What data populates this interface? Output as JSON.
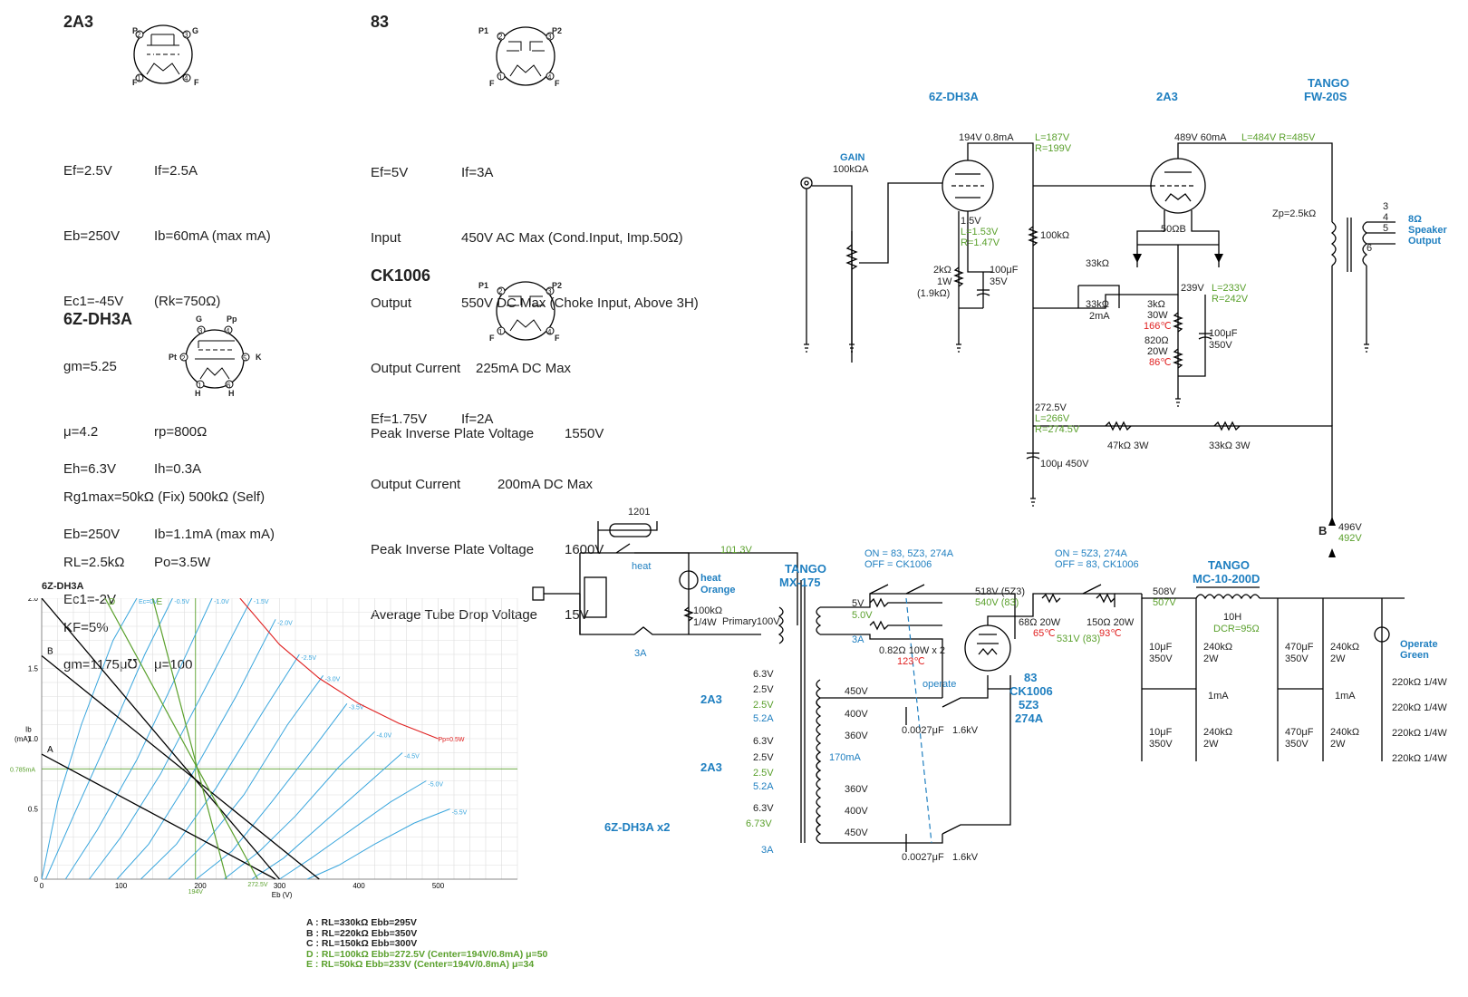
{
  "tubes": {
    "t2a3": {
      "title": "2A3",
      "pins": [
        "P",
        "G",
        "F",
        "F",
        "1",
        "2",
        "3",
        "4"
      ],
      "specs": [
        [
          "Ef=2.5V",
          "If=2.5A"
        ],
        [
          "Eb=250V",
          "Ib=60mA (max mA)"
        ],
        [
          "Ec1=-45V",
          "(Rk=750Ω)"
        ],
        [
          "gm=5.25",
          ""
        ],
        [
          "μ=4.2",
          "rp=800Ω"
        ],
        [
          "Rg1max=50kΩ (Fix) 500kΩ (Self)",
          ""
        ],
        [
          "RL=2.5kΩ",
          "Po=3.5W"
        ],
        [
          "KF=5%",
          ""
        ]
      ]
    },
    "t6z": {
      "title": "6Z-DH3A",
      "pins": [
        "G",
        "Pp",
        "Pt",
        "K",
        "H",
        "H",
        "1",
        "2",
        "3",
        "4",
        "5",
        "6"
      ],
      "specs": [
        [
          "Eh=6.3V",
          "Ih=0.3A"
        ],
        [
          "Eb=250V",
          "Ib=1.1mA (max mA)"
        ],
        [
          "Ec1=-2V",
          ""
        ],
        [
          "gm=1175μ℧",
          "μ=100"
        ]
      ]
    },
    "t83": {
      "title": "83",
      "pins": [
        "P1",
        "P2",
        "F",
        "F",
        "1",
        "2",
        "3",
        "4"
      ],
      "specs": [
        [
          "Ef=5V",
          "If=3A"
        ],
        [
          "Input",
          "450V AC Max (Cond.Input, Imp.50Ω)"
        ],
        [
          "Output",
          "550V DC Max (Choke Input, Above 3H)"
        ],
        [
          "Output Current",
          "225mA DC Max"
        ],
        [
          "Peak Inverse Plate Voltage",
          "1550V"
        ]
      ]
    },
    "ck": {
      "title": "CK1006",
      "pins": [
        "P1",
        "P2",
        "F",
        "F",
        "1",
        "2",
        "3",
        "4"
      ],
      "specs": [
        [
          "Ef=1.75V",
          "If=2A"
        ],
        [
          "Output Current",
          "200mA DC Max"
        ],
        [
          "Peak Inverse Plate Voltage",
          "1600V"
        ],
        [
          "Average Tube Drop Voltage",
          "15V"
        ]
      ]
    }
  },
  "graph": {
    "title": "6Z-DH3A",
    "ylabel": [
      "Ib",
      "(mA)"
    ],
    "xlabel": "Eb (V)",
    "xticks": [
      "0",
      "100",
      "200",
      "300",
      "400",
      "500"
    ],
    "yticks": [
      "0",
      "0.5",
      "1.0",
      "1.5",
      "2.0"
    ],
    "extra": {
      "ma": "0.785mA",
      "v194": "194V",
      "v272": "272.5V",
      "pp": "Pp=0.5W"
    },
    "curve_labels": [
      "Ec=0V",
      "-0.5V",
      "-1.0V",
      "-1.5V",
      "-2.0V",
      "-2.5V",
      "-3.0V",
      "-3.5V",
      "-4.0V",
      "-4.5V",
      "-5.0V",
      "-5.5V"
    ],
    "load_letters": [
      "A",
      "B",
      "C",
      "D",
      "E"
    ],
    "legend": [
      "A : RL=330kΩ  Ebb=295V",
      "B : RL=220kΩ  Ebb=350V",
      "C : RL=150kΩ  Ebb=300V",
      "D : RL=100kΩ  Ebb=272.5V (Center=194V/0.8mA) μ=50",
      "E : RL=50kΩ  Ebb=233V (Center=194V/0.8mA) μ=34"
    ]
  },
  "chart_data": {
    "type": "line",
    "title": "6Z-DH3A",
    "xlabel": "Eb (V)",
    "ylabel": "Ib (mA)",
    "xlim": [
      0,
      600
    ],
    "ylim": [
      0,
      2.0
    ],
    "grid": true,
    "series": [
      {
        "name": "Ec=0V",
        "x": [
          0,
          20,
          50,
          90,
          120
        ],
        "y": [
          0,
          0.55,
          1.1,
          1.7,
          2.0
        ]
      },
      {
        "name": "-0.5V",
        "x": [
          5,
          40,
          80,
          130,
          165
        ],
        "y": [
          0,
          0.45,
          0.95,
          1.6,
          2.0
        ]
      },
      {
        "name": "-1.0V",
        "x": [
          30,
          70,
          120,
          170,
          215
        ],
        "y": [
          0,
          0.35,
          0.85,
          1.45,
          2.0
        ]
      },
      {
        "name": "-1.5V",
        "x": [
          60,
          100,
          150,
          210,
          265
        ],
        "y": [
          0,
          0.3,
          0.75,
          1.4,
          2.0
        ]
      },
      {
        "name": "-2.0V",
        "x": [
          95,
          135,
          185,
          245,
          295
        ],
        "y": [
          0,
          0.25,
          0.7,
          1.3,
          1.85
        ]
      },
      {
        "name": "-2.5V",
        "x": [
          125,
          170,
          220,
          280,
          325
        ],
        "y": [
          0,
          0.25,
          0.65,
          1.2,
          1.6
        ]
      },
      {
        "name": "-3.0V",
        "x": [
          160,
          205,
          255,
          310,
          355
        ],
        "y": [
          0,
          0.25,
          0.6,
          1.1,
          1.45
        ]
      },
      {
        "name": "-3.5V",
        "x": [
          195,
          240,
          290,
          345,
          385
        ],
        "y": [
          0,
          0.2,
          0.55,
          0.95,
          1.25
        ]
      },
      {
        "name": "-4.0V",
        "x": [
          230,
          275,
          320,
          375,
          420
        ],
        "y": [
          0,
          0.2,
          0.45,
          0.8,
          1.05
        ]
      },
      {
        "name": "-4.5V",
        "x": [
          265,
          305,
          355,
          405,
          455
        ],
        "y": [
          0,
          0.15,
          0.4,
          0.65,
          0.9
        ]
      },
      {
        "name": "-5.0V",
        "x": [
          300,
          340,
          390,
          440,
          485
        ],
        "y": [
          0,
          0.15,
          0.35,
          0.55,
          0.7
        ]
      },
      {
        "name": "-5.5V",
        "x": [
          335,
          375,
          420,
          470,
          515
        ],
        "y": [
          0,
          0.1,
          0.25,
          0.4,
          0.5
        ]
      },
      {
        "name": "Pp=0.5W",
        "x": [
          250,
          300,
          350,
          400,
          450,
          500
        ],
        "y": [
          2.0,
          1.67,
          1.43,
          1.25,
          1.11,
          1.0
        ]
      },
      {
        "name": "A",
        "x": [
          0,
          295
        ],
        "y": [
          0.89,
          0
        ]
      },
      {
        "name": "B",
        "x": [
          0,
          350
        ],
        "y": [
          1.59,
          0
        ]
      },
      {
        "name": "C",
        "x": [
          0,
          300
        ],
        "y": [
          2.0,
          0
        ]
      },
      {
        "name": "D",
        "x": [
          80,
          272.5
        ],
        "y": [
          2.0,
          0
        ]
      },
      {
        "name": "E",
        "x": [
          140,
          233
        ],
        "y": [
          2.0,
          0
        ]
      }
    ]
  },
  "amp": {
    "t_6z": "6Z-DH3A",
    "t_2a3": "2A3",
    "t_tango1": "TANGO",
    "t_tango2": "FW-20S",
    "gain1": "GAIN",
    "gain2": "100kΩA",
    "v194": "194V 0.8mA",
    "l187": "L=187V",
    "r199": "R=199V",
    "v489": "489V 60mA",
    "lr484": "L=484V R=485V",
    "v15": "1.5V",
    "l153": "L=1.53V",
    "r147": "R=1.47V",
    "r2k": "2kΩ",
    "r2k_w": "1W",
    "r2k_alt": "(1.9kΩ)",
    "c100": "100μF",
    "c100v": "35V",
    "r100k": "100kΩ",
    "r50b": "50ΩB",
    "r33a": "33kΩ",
    "r33b": "33kΩ",
    "r33c": "2mA",
    "v239": "239V",
    "l233": "L=233V",
    "r242": "R=242V",
    "r3k": "3kΩ",
    "r3k_w": "30W",
    "t166": "166℃",
    "r820": "820Ω",
    "r820_w": "20W",
    "t86": "86℃",
    "c100b": "100μF",
    "c100bv": "350V",
    "zp": "Zp=2.5kΩ",
    "sp3": "3",
    "sp4": "4",
    "sp5": "5",
    "sp6": "6",
    "spk1": "8Ω",
    "spk2": "Speaker",
    "spk3": "Output",
    "v2725": "272.5V",
    "l266": "L=266V",
    "r2745": "R=274.5V",
    "r47k": "47kΩ 3W",
    "r33k3": "33kΩ 3W",
    "c100c": "100μ 450V",
    "B": "B",
    "v496": "496V",
    "v492": "492V"
  },
  "psu": {
    "fuse": "1201",
    "heat": "heat",
    "heat2": "heat",
    "orange": "Orange",
    "v1013": "101.3V",
    "r100k": "100kΩ",
    "r100kw": "1/4W",
    "f3a": "3A",
    "tango1": "TANGO",
    "tango2": "MX-175",
    "primary": "Primary100V",
    "on1": "ON = 83, 5Z3, 274A",
    "off1": "OFF = CK1006",
    "on2": "ON = 5Z3, 274A",
    "off2": "OFF = 83, CK1006",
    "t5v": "5V",
    "t50v": "5.0V",
    "t3a": "3A",
    "v518": "518V (5Z3)",
    "v540": "540V (83)",
    "r68": "68Ω 20W",
    "t65": "65℃",
    "v531": "531V (83)",
    "r150": "150Ω 20W",
    "t93": "93℃",
    "v508": "508V",
    "v507": "507V",
    "r082": "0.82Ω 10W x 2",
    "t123": "123℃",
    "choke1": "TANGO",
    "choke2": "MC-10-200D",
    "h10": "10H",
    "dcr": "DCR=95Ω",
    "rect1": "83",
    "rect2": "CK1006",
    "rect3": "5Z3",
    "rect4": "274A",
    "operate": "operate",
    "op1": "Operate",
    "op2": "Green",
    "c0027a": "0.0027μF",
    "kv16a": "1.6kV",
    "c0027b": "0.0027μF",
    "kv16b": "1.6kV",
    "s63a": "6.3V",
    "s25a": "2.5V",
    "s25ag": "2.5V",
    "s52a": "5.2A",
    "s63b": "6.3V",
    "s25b": "2.5V",
    "s25bg": "2.5V",
    "s52b": "5.2A",
    "s63c": "6.3V",
    "s673": "6.73V",
    "s3a": "3A",
    "tap450a": "450V",
    "tap400a": "400V",
    "tap360a": "360V",
    "tap170": "170mA",
    "tap360b": "360V",
    "tap400b": "400V",
    "tap450b": "450V",
    "lbl2a3a": "2A3",
    "lbl2a3b": "2A3",
    "lbl6z": "6Z-DH3A x2",
    "c10a": "10μF",
    "c10av": "350V",
    "c10b": "10μF",
    "c10bv": "350V",
    "r240a": "240kΩ",
    "r240aw": "2W",
    "r240b": "240kΩ",
    "r240bw": "2W",
    "ma1": "1mA",
    "ma2": "1mA",
    "c470a": "470μF",
    "c470av": "350V",
    "c470b": "470μF",
    "c470bv": "350V",
    "r240c": "240kΩ",
    "r240cw": "2W",
    "r240d": "240kΩ",
    "r240dw": "2W",
    "r220a": "220kΩ 1/4W",
    "r220b": "220kΩ 1/4W",
    "r220c": "220kΩ 1/4W",
    "r220d": "220kΩ 1/4W"
  }
}
